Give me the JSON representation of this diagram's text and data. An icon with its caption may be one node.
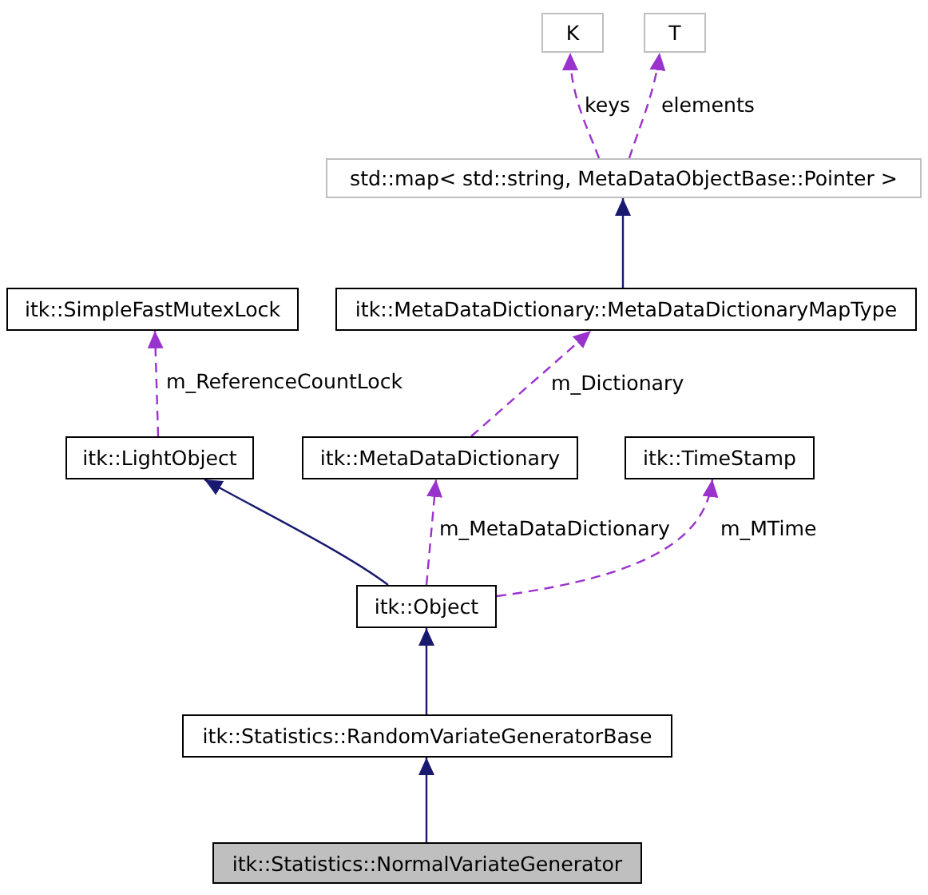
{
  "diagram": {
    "nodes": [
      {
        "text": [
          "K"
        ]
      },
      {
        "text": [
          "T"
        ]
      },
      {
        "text": [
          "std::map< std::string, MetaDataObjectBase::Pointer >"
        ]
      },
      {
        "text": [
          "itk::SimpleFastMutexLock"
        ]
      },
      {
        "text": [
          "itk::MetaDataDictionary::MetaDataDictionaryMapType"
        ]
      },
      {
        "text": [
          "itk::LightObject"
        ]
      },
      {
        "text": [
          "itk::MetaDataDictionary"
        ]
      },
      {
        "text": [
          "itk::TimeStamp"
        ]
      },
      {
        "text": [
          "itk::Object"
        ]
      },
      {
        "text": [
          "itk::Statistics::RandomVariateGeneratorBase"
        ]
      },
      {
        "text": [
          "itk::Statistics::NormalVariateGenerator"
        ]
      }
    ],
    "edges": [
      {
        "from": 2,
        "to": 0,
        "arrow": "to",
        "label": "keys",
        "style": "dashed"
      },
      {
        "from": 2,
        "to": 1,
        "arrow": "to",
        "label": "elements",
        "style": "dashed"
      },
      {
        "from": 4,
        "to": 2,
        "arrow": "to",
        "color": "#191970"
      },
      {
        "from": 5,
        "to": 3,
        "arrow": "to",
        "label": "m_ReferenceCountLock",
        "style": "dashed"
      },
      {
        "from": 6,
        "to": 4,
        "arrow": "to",
        "label": "m_Dictionary",
        "style": "dashed"
      },
      {
        "from": 8,
        "to": 5,
        "arrow": "to",
        "color": "#191970"
      },
      {
        "from": 8,
        "to": 6,
        "arrow": "to",
        "label": "m_MetaDataDictionary",
        "style": "dashed"
      },
      {
        "from": 8,
        "to": 7,
        "arrow": "to",
        "label": "m_MTime",
        "style": "dashed"
      },
      {
        "from": 9,
        "to": 8,
        "arrow": "to",
        "color": "#191970"
      },
      {
        "from": 10,
        "to": 9,
        "arrow": "to",
        "color": "#191970"
      }
    ]
  }
}
